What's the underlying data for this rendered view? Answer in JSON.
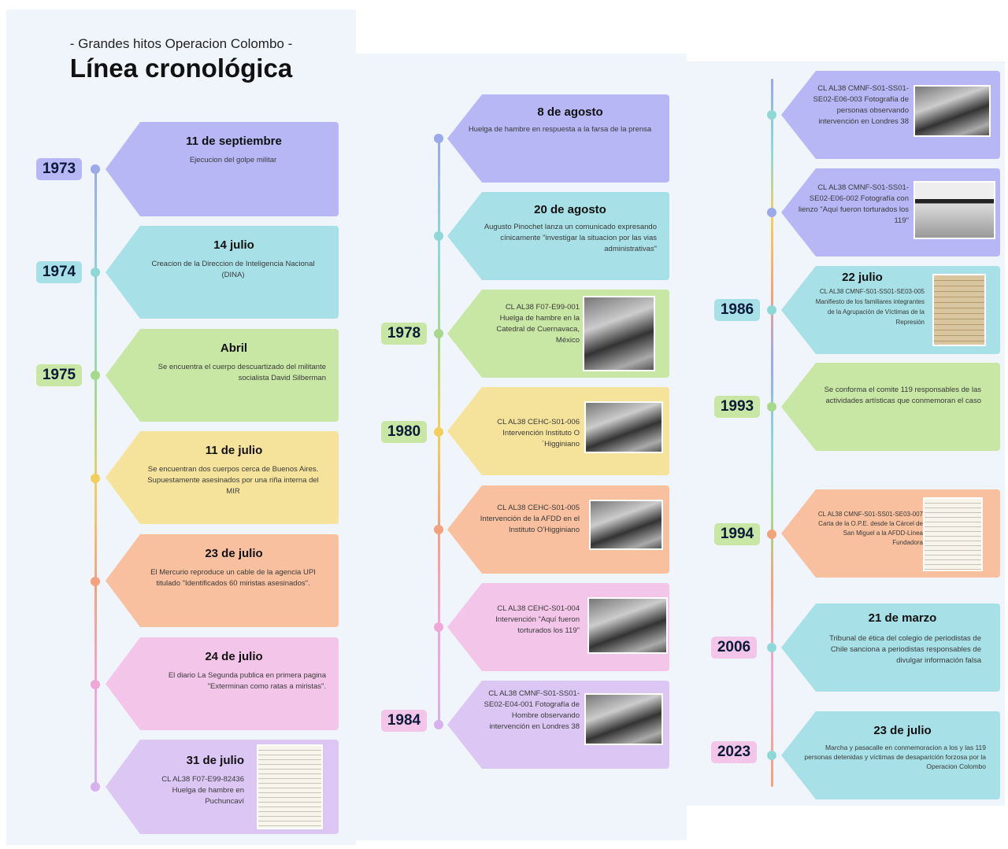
{
  "header": {
    "subtitle": "- Grandes hitos Operacion Colombo -",
    "title": "Línea cronológica"
  },
  "colors": {
    "blue": "#b7b7f6",
    "cyan": "#a7e0e6",
    "green": "#c8e6a4",
    "yellow": "#f6e39b",
    "orange": "#f8c09e",
    "pink": "#f3c6e9",
    "violet": "#dcc6f4"
  },
  "years": {
    "y1973": "1973",
    "y1974": "1974",
    "y1975": "1975",
    "y1978": "1978",
    "y1980": "1980",
    "y1984": "1984",
    "y1986": "1986",
    "y1993": "1993",
    "y1994": "1994",
    "y2006": "2006",
    "y2023": "2023"
  },
  "events": {
    "c1": {
      "title": "11 de septiembre",
      "desc": "Ejecucion del golpe militar"
    },
    "c2": {
      "title": "14 julio",
      "desc": "Creacion de la Direccion de Inteligencia Nacional (DINA)"
    },
    "c3": {
      "title": "Abril",
      "desc": "Se encuentra el cuerpo descuartizado del militante socialista David Silberman"
    },
    "c4": {
      "title": "11 de julio",
      "desc": "Se encuentran dos cuerpos cerca de Buenos Aires. Supuestamente asesinados por una riña interna del MIR"
    },
    "c5": {
      "title": "23 de julio",
      "desc": "El Mercurio reproduce un cable de la agencia UPI titulado \"Identificados 60 miristas asesinados\"."
    },
    "c6": {
      "title": "24 de julio",
      "desc": "El diario La Segunda publica en primera pagina \"Exterminan como ratas a miristas\"."
    },
    "c7": {
      "title": "31 de julio",
      "desc": "CL AL38 F07-E99-82436 Huelga de hambre en Puchuncaví"
    },
    "m1": {
      "title": "8 de agosto",
      "desc": "Huelga de hambre en respuesta a la farsa de la prensa"
    },
    "m2": {
      "title": "20 de agosto",
      "desc": "Augusto Pinochet lanza un comunicado expresando cínicamente \"investigar la situacion por las vias administrativas\""
    },
    "m3": {
      "desc": "CL AL38 F07-E99-001 Huelga de hambre en la Catedral de Cuernavaca, México"
    },
    "m4": {
      "desc": "CL AL38 CEHC-S01-006 Intervención Instituto O´Higginiano"
    },
    "m5": {
      "desc": "CL AL38 CEHC-S01-005 Intervención de la AFDD en el Instituto O'Higginiano"
    },
    "m6": {
      "desc": "CL AL38 CEHC-S01-004 Intervención \"Aquí fueron torturados los 119\""
    },
    "m7": {
      "desc": "CL AL38 CMNF-S01-SS01-SE02-E04-001 Fotografía de Hombre observando intervención en Londres 38"
    },
    "r1": {
      "desc": "CL AL38 CMNF-S01-SS01-SE02-E06-003 Fotografía de personas observando intervención en Londres 38"
    },
    "r2": {
      "desc": "CL AL38 CMNF-S01-SS01-SE02-E06-002 Fotografía con lienzo \"Aquí fueron torturados los 119\""
    },
    "r3": {
      "title": "22 julio",
      "desc": "CL AL38 CMNF-S01-SS01-SE03-005 Manifiesto de los familiares integrantes de la Agrupación de Víctimas de la Represión"
    },
    "r4": {
      "desc": "Se conforma el comite 119 responsables de las actividades artísticas que conmemoran el caso"
    },
    "r5": {
      "desc": "CL AL38 CMNF-S01-SS01-SE03-007 Carta de la O.P.E. desde la Cárcel de San Miguel a la AFDD-Línea Fundadora"
    },
    "r6": {
      "title": "21 de marzo",
      "desc": "Tribunal de ética del colegio de periodistas de Chile sanciona a periodistas responsables de divulgar información falsa"
    },
    "r7": {
      "title": "23 de julio",
      "desc": "Marcha y pasacalle en conmemoracion a los y las 119 personas detenidas y víctimas de desaparición forzosa por la Operacion Colombo"
    }
  }
}
